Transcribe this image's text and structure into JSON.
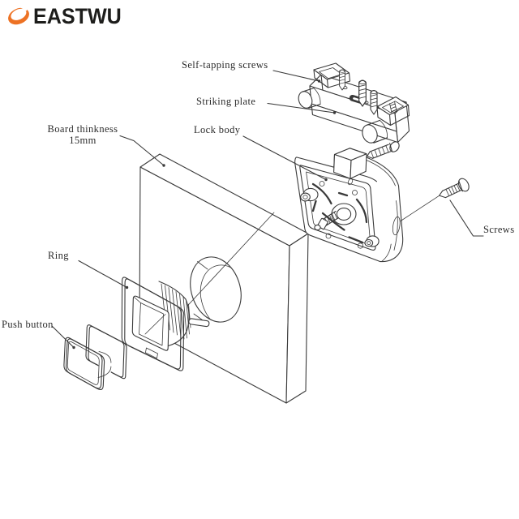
{
  "brand": {
    "name": "EASTWU"
  },
  "labels": {
    "self_tapping": "Self-tapping screws",
    "striking_plate": "Striking plate",
    "lock_body": "Lock body",
    "board_thickness_line1": "Board thinkness",
    "board_thickness_line2": "15mm",
    "ring": "Ring",
    "push_button": "Push button",
    "screws": "Screws"
  },
  "colors": {
    "line": "#3A3A3A",
    "accent": "#ED7224",
    "logo_text": "#1D1D1B",
    "background": "#FFFFFF"
  },
  "icons": {
    "brand_swoosh": "orange-swoosh-icon"
  }
}
